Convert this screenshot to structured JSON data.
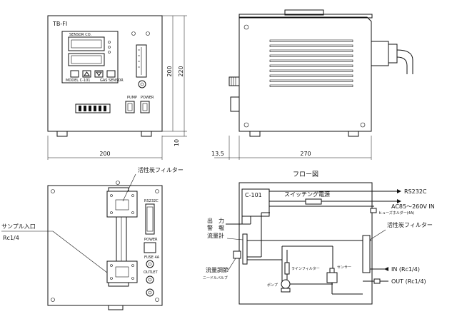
{
  "front_view": {
    "model_label": "TB-FI",
    "dimensions": {
      "height_body": "200",
      "height_total": "220",
      "foot_height": "10",
      "width": "200"
    }
  },
  "side_view": {
    "dimensions": {
      "offset": "13.5",
      "depth": "270"
    }
  },
  "rear_view": {
    "filter_label": "活性炭フィルター",
    "sample_inlet_label": "サンプル入口",
    "sample_inlet_spec": "Rc1/4"
  },
  "flow_diagram": {
    "title": "フロー図",
    "controller_label": "C-101",
    "power_supply_label": "スイッチング電源",
    "rs232c_label": "RS232C",
    "ac_label": "AC85～260V  IN",
    "fuse_label": "ヒューズホルダー(4A)",
    "output_label": "出　力",
    "alarm_label": "警　報",
    "flowmeter_label": "流量計",
    "flow_adjust_label": "流量調節",
    "needle_valve_label": "ニードルバルブ",
    "line_filter_label": "ラインフィルター",
    "sensor_label": "センサー",
    "carbon_filter_label": "活性炭フィルター",
    "pump_label": "ポンプ",
    "in_label": "IN (Rc1/4)",
    "out_label": "OUT (Rc1/4)"
  }
}
